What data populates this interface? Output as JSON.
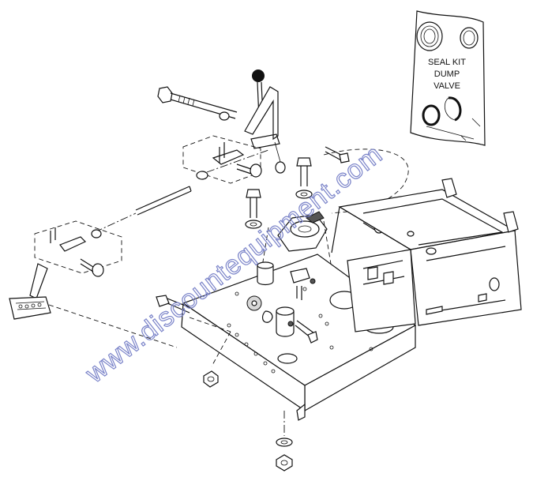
{
  "seal_kit": {
    "line1": "SEAL KIT",
    "line2": "DUMP",
    "line3": "VALVE"
  },
  "watermark": {
    "text": "www.discountequipment.com",
    "color": "#7b84c9"
  },
  "colors": {
    "line": "#111111",
    "background": "#ffffff"
  }
}
